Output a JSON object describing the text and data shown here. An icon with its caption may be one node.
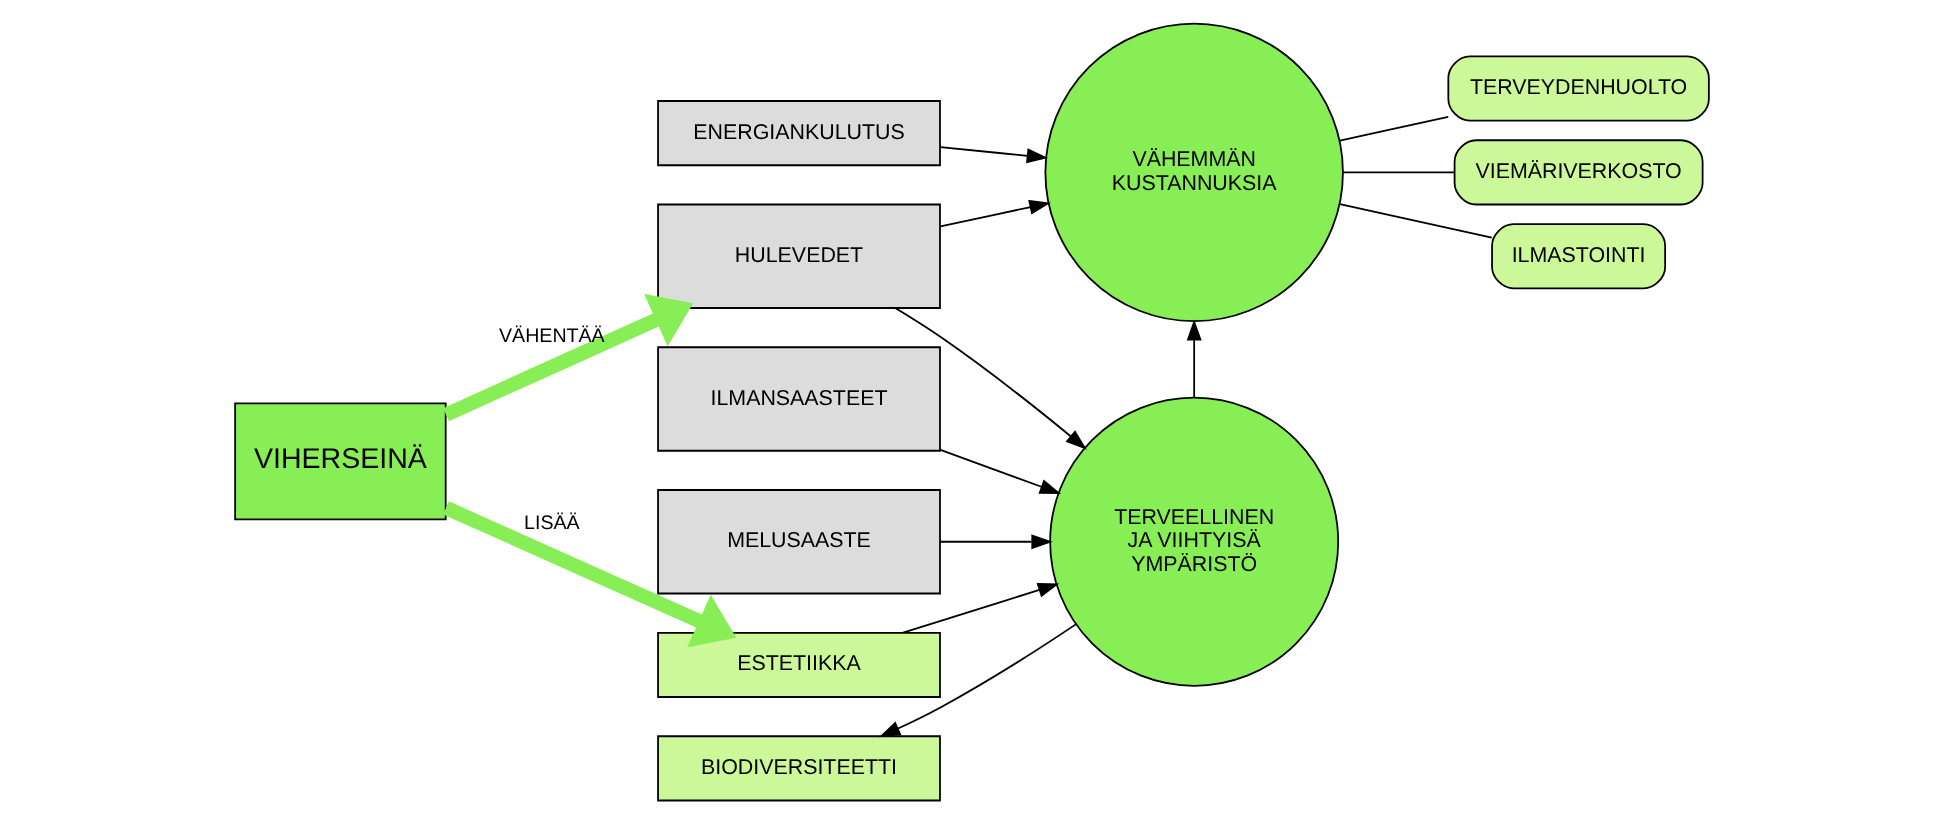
{
  "diagram": {
    "nodes": [
      {
        "text": [
          "VIHERSEINÄ"
        ]
      },
      {
        "text": [
          "ENERGIANKULUTUS"
        ]
      },
      {
        "text": [
          "HULEVEDET"
        ]
      },
      {
        "text": [
          "ILMANSAASTEET"
        ]
      },
      {
        "text": [
          "MELUSAASTE"
        ]
      },
      {
        "text": [
          "ESTETIIKKA"
        ]
      },
      {
        "text": [
          "BIODIVERSITEETTI"
        ]
      },
      {
        "text": [
          "VÄHEMMÄN KUSTANNUKSIA"
        ]
      },
      {
        "text": [
          "TERVEELLINEN JA VIIHTYISÄ YMPÄRISTÖ"
        ]
      },
      {
        "text": [
          "TERVEYDENHUOLTO"
        ]
      },
      {
        "text": [
          "VIEMÄRIVERKOSTO"
        ]
      },
      {
        "text": [
          "ILMASTOINTI"
        ]
      }
    ],
    "edges": [
      {
        "from": 0,
        "to": 2,
        "arrow": "to",
        "label": "VÄHENTÄÄ",
        "style": "thick",
        "color": "#88ee55"
      },
      {
        "from": 0,
        "to": 5,
        "arrow": "to",
        "label": "LISÄÄ",
        "style": "thick",
        "color": "#88ee55"
      },
      {
        "from": 1,
        "to": 7,
        "arrow": "to"
      },
      {
        "from": 2,
        "to": 7,
        "arrow": "to"
      },
      {
        "from": 2,
        "to": 8,
        "arrow": "to"
      },
      {
        "from": 3,
        "to": 8,
        "arrow": "to"
      },
      {
        "from": 4,
        "to": 8,
        "arrow": "to"
      },
      {
        "from": 5,
        "to": 8,
        "arrow": "to"
      },
      {
        "from": 8,
        "to": 6,
        "arrow": "to"
      },
      {
        "from": 8,
        "to": 7,
        "arrow": "to"
      },
      {
        "from": 7,
        "to": 9,
        "arrow": "none"
      },
      {
        "from": 7,
        "to": 10,
        "arrow": "none"
      },
      {
        "from": 7,
        "to": 11,
        "arrow": "none"
      }
    ]
  }
}
